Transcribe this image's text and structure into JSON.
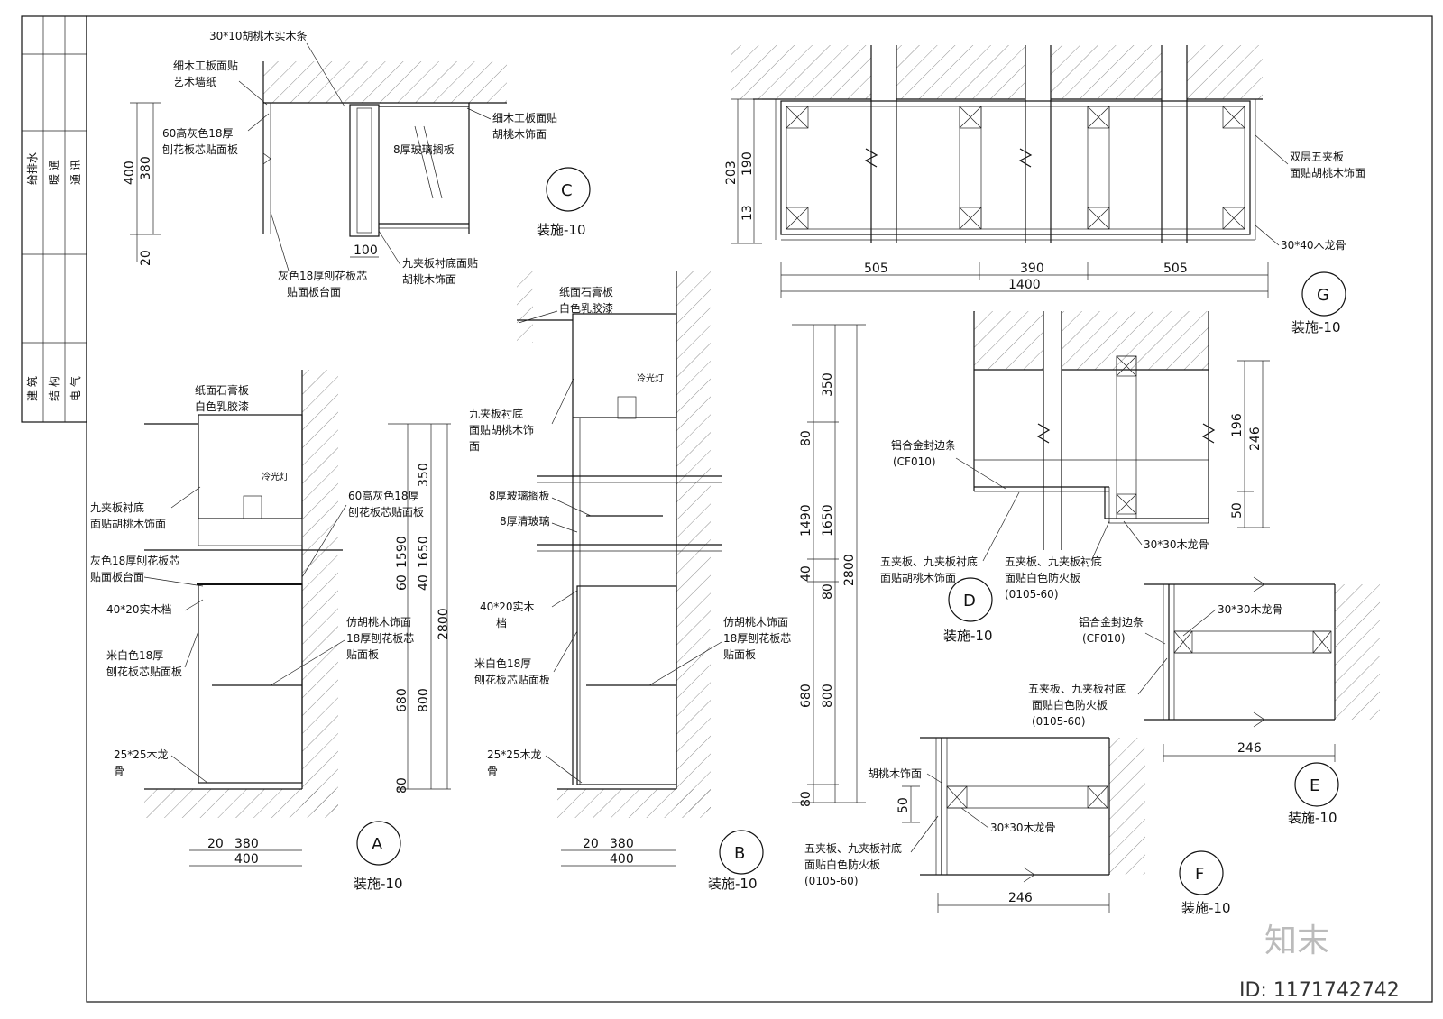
{
  "title_block": {
    "upper": [
      "给排水",
      "暖 通",
      "通 讯"
    ],
    "lower": [
      "建 筑",
      "结 构",
      "电 气"
    ]
  },
  "detail_c": {
    "label": "C",
    "sheet": "装施-10",
    "notes": [
      "30*10胡桃木实木条",
      "细木工板面贴",
      "艺术墙纸",
      "60高灰色18厚",
      "刨花板芯贴面板",
      "细木工板面贴",
      "胡桃木饰面",
      "8厚玻璃搁板",
      "灰色18厚刨花板芯",
      "贴面板台面",
      "九夹板衬底面贴",
      "胡桃木饰面"
    ],
    "dims": [
      "400",
      "380",
      "20",
      "100"
    ]
  },
  "detail_a": {
    "label": "A",
    "sheet": "装施-10",
    "notes": [
      "纸面石膏板",
      "白色乳胶漆",
      "冷光灯",
      "九夹板衬底",
      "面贴胡桃木饰面",
      "60高灰色18厚",
      "刨花板芯贴面板",
      "灰色18厚刨花板芯",
      "贴面板台面",
      "40*20实木档",
      "仿胡桃木饰面",
      "18厚刨花板芯",
      "贴面板",
      "米白色18厚",
      "刨花板芯贴面板",
      "25*25木龙",
      "骨"
    ],
    "dims": [
      "350",
      "1590",
      "1650",
      "60",
      "40",
      "2800",
      "680",
      "800",
      "80",
      "20",
      "380",
      "400"
    ]
  },
  "detail_b": {
    "label": "B",
    "sheet": "装施-10",
    "notes": [
      "纸面石膏板",
      "白色乳胶漆",
      "冷光灯",
      "九夹板衬底",
      "面贴胡桃木饰",
      "面",
      "8厚玻璃搁板",
      "8厚清玻璃",
      "40*20实木",
      "档",
      "仿胡桃木饰面",
      "18厚刨花板芯",
      "贴面板",
      "米白色18厚",
      "刨花板芯贴面板",
      "25*25木龙",
      "骨"
    ],
    "dims": [
      "20",
      "380",
      "400"
    ]
  },
  "detail_g": {
    "label": "G",
    "sheet": "装施-10",
    "notes": [
      "双层五夹板",
      "面贴胡桃木饰面",
      "30*40木龙骨"
    ],
    "dims": [
      "203",
      "190",
      "13",
      "505",
      "390",
      "505",
      "1400"
    ]
  },
  "section_d": {
    "label": "D",
    "sheet": "装施-10",
    "dims": [
      "350",
      "80",
      "1490",
      "1650",
      "2800",
      "40",
      "80",
      "680",
      "800",
      "80"
    ]
  },
  "detail_d": {
    "notes": [
      "铝合金封边条",
      "(CF010)",
      "五夹板、九夹板衬底",
      "面贴胡桃木饰面",
      "五夹板、九夹板衬底",
      "面贴白色防火板",
      "(0105-60)",
      "30*30木龙骨"
    ],
    "dims": [
      "196",
      "246",
      "50"
    ]
  },
  "detail_e": {
    "label": "E",
    "sheet": "装施-10",
    "notes": [
      "30*30木龙骨",
      "铝合金封边条",
      "(CF010)",
      "五夹板、九夹板衬底",
      "面贴白色防火板",
      "(0105-60)"
    ],
    "dims": [
      "246"
    ]
  },
  "detail_f": {
    "label": "F",
    "sheet": "装施-10",
    "notes": [
      "胡桃木饰面",
      "30*30木龙骨",
      "五夹板、九夹板衬底",
      "面贴白色防火板",
      "(0105-60)"
    ],
    "dims": [
      "50",
      "246"
    ]
  },
  "watermark": {
    "brand": "知末",
    "id": "ID: 1171742742"
  }
}
